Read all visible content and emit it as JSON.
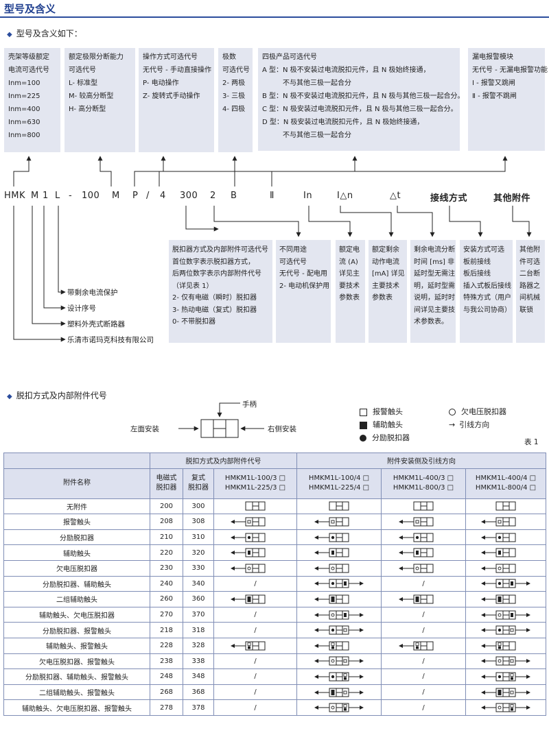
{
  "page": {
    "title": "型号及含义",
    "section1": "型号及含义如下：",
    "section2": "脱扣方式及内部附件代号",
    "table_no": "表 1"
  },
  "top_boxes": [
    {
      "lines": [
        "壳架等级额定",
        "电流可选代号",
        "Inm=100",
        "Inm=225",
        "Inm=400",
        "Inm=630",
        "Inm=800"
      ]
    },
    {
      "lines": [
        "额定极限分断能力",
        "可选代号",
        "L- 标准型",
        "M- 较高分断型",
        "H- 高分断型"
      ]
    },
    {
      "lines": [
        "操作方式可选代号",
        "无代号 - 手动直接操作",
        "P- 电动操作",
        "Z- 旋转式手动操作"
      ]
    },
    {
      "lines": [
        "极数",
        "可选代号",
        "2- 两极",
        "3- 三极",
        "4- 四极"
      ]
    },
    {
      "lines": [
        "四极产品可选代号",
        "A 型：N 极不安装过电流脱扣元件，且 N 极始终接通，",
        "　　　不与其他三极一起合分",
        "B 型：N 极不安装过电流脱扣元件，且 N 极与其他三极一起合分。",
        "C 型：N 极安装过电流脱扣元件，且 N 极与其他三极一起合分。",
        "D 型：N 极安装过电流脱扣元件，且 N 极始终接通，",
        "　　　不与其他三极一起合分"
      ]
    },
    {
      "lines": [
        "漏电报警模块",
        "无代号 - 无漏电报警功能",
        "Ⅰ - 报警又跳闸",
        "Ⅱ - 报警不跳闸"
      ]
    }
  ],
  "code": {
    "parts": [
      "HMK",
      "M",
      "1",
      "L",
      "-",
      "100",
      "M",
      "P",
      "/",
      "4",
      "300",
      "2",
      "B",
      "Ⅱ",
      "In",
      "I△n",
      "△t"
    ],
    "bold_labels": [
      "接线方式",
      "其他附件"
    ]
  },
  "left_labels": [
    "带剩余电流保护",
    "设计序号",
    "塑料外壳式断路器",
    "乐清市诺玛克科技有限公司"
  ],
  "bottom_boxes": [
    {
      "lines": [
        "脱扣器方式及内部附件可选代号",
        "首位数字表示脱扣器方式，",
        "后两位数字表示内部附件代号",
        "（详见表 1）",
        "2- 仅有电磁（瞬时）脱扣器",
        "3- 热动电磁（复式）脱扣器",
        "0- 不带脱扣器"
      ]
    },
    {
      "lines": [
        "不同用途",
        "可选代号",
        "无代号 - 配电用",
        "2- 电动机保护用"
      ]
    },
    {
      "lines": [
        "额定电",
        "流 (A)",
        "详见主",
        "要技术",
        "参数表"
      ]
    },
    {
      "lines": [
        "额定剩余",
        "动作电流",
        "[mA] 详见",
        "主要技术",
        "参数表"
      ]
    },
    {
      "lines": [
        "剩余电流分断",
        "时间 [ms] 非",
        "延时型无需注",
        "明，延时型需",
        "说明，延时时",
        "间详见主要技",
        "术参数表。"
      ]
    },
    {
      "lines": [
        "安装方式可选",
        "板前接线",
        "板后接线",
        "插入式板后接线",
        "特殊方式（用户",
        "与我公司协商）"
      ]
    },
    {
      "lines": [
        "其他附",
        "件可选",
        "二台断",
        "路器之",
        "间机械",
        "联锁"
      ]
    }
  ],
  "mount_diagram": {
    "handle": "手柄",
    "left": "左面安装",
    "right": "右侧安装"
  },
  "legend": [
    {
      "icon": "open-square-icon",
      "label": "报警触头"
    },
    {
      "icon": "filled-square-icon",
      "label": "辅助触头"
    },
    {
      "icon": "filled-circle-icon",
      "label": "分励脱扣器"
    },
    {
      "icon": "open-circle-icon",
      "label": "欠电压脱扣器"
    },
    {
      "icon": "arrow-right-icon",
      "label": "引线方向"
    }
  ],
  "table": {
    "group1": "脱扣方式及内部附件代号",
    "group2": "附件安装侧及引线方向",
    "col_name": "附件名称",
    "col_em": "电磁式\n脱扣器",
    "col_comp": "复式\n脱扣器",
    "col_a": "HMKM1L-100/3 □\nHMKM1L-225/3 □",
    "col_b": "HMKM1L-100/4 □\nHMKM1L-225/4 □",
    "col_c": "HMKM1L-400/3 □\nHMKM1L-800/3 □",
    "col_d": "HMKM1L-400/4 □\nHMKM1L-800/4 □",
    "rows": [
      {
        "name": "无附件",
        "em": "200",
        "comp": "300",
        "syms": [
          "",
          "",
          "",
          ""
        ],
        "types": [
          "plain",
          "plain",
          "plain",
          "plain"
        ]
      },
      {
        "name": "报警触头",
        "em": "208",
        "comp": "308",
        "types": [
          "L-alarm",
          "L-alarm",
          "L-alarm",
          "L-alarm"
        ]
      },
      {
        "name": "分励脱扣器",
        "em": "210",
        "comp": "310",
        "types": [
          "L-shunt",
          "L-shunt",
          "L-shunt",
          "L-shunt"
        ]
      },
      {
        "name": "辅助触头",
        "em": "220",
        "comp": "320",
        "types": [
          "L-aux",
          "L-aux",
          "L-aux",
          "L-aux"
        ]
      },
      {
        "name": "欠电压脱扣器",
        "em": "230",
        "comp": "330",
        "types": [
          "L-uv",
          "L-uv",
          "L-uv",
          "L-uv"
        ]
      },
      {
        "name": "分励脱扣器、辅助触头",
        "em": "240",
        "comp": "340",
        "types": [
          "/",
          "LR-shunt-aux",
          "/",
          "LR-shunt-aux"
        ]
      },
      {
        "name": "二组辅助触头",
        "em": "260",
        "comp": "360",
        "types": [
          "L-aux2",
          "L-aux2",
          "L-aux2",
          "L-aux2"
        ]
      },
      {
        "name": "辅助触头、欠电压脱扣器",
        "em": "270",
        "comp": "370",
        "types": [
          "/",
          "LR-uv-aux",
          "/",
          "LR-uv-aux"
        ]
      },
      {
        "name": "分励脱扣器、报警触头",
        "em": "218",
        "comp": "318",
        "types": [
          "/",
          "LR-shunt-alarm",
          "/",
          "LR-shunt-alarm"
        ]
      },
      {
        "name": "辅助触头、报警触头",
        "em": "228",
        "comp": "328",
        "types": [
          "L-alarmaux",
          "L-alarmaux",
          "L-alarmaux",
          "L-alarmaux"
        ]
      },
      {
        "name": "欠电压脱扣器、报警触头",
        "em": "238",
        "comp": "338",
        "types": [
          "/",
          "LR-uv-alarm",
          "/",
          "LR-uv-alarm"
        ]
      },
      {
        "name": "分励脱扣器、辅助触头、报警触头",
        "em": "248",
        "comp": "348",
        "types": [
          "/",
          "LR-shunt-alarmaux",
          "/",
          "LR-shunt-alarmaux"
        ]
      },
      {
        "name": "二组辅助触头、报警触头",
        "em": "268",
        "comp": "368",
        "types": [
          "/",
          "LR-aux2-alarm",
          "/",
          "LR-aux2-alarm"
        ]
      },
      {
        "name": "辅助触头、欠电压脱扣器、报警触头",
        "em": "278",
        "comp": "378",
        "types": [
          "/",
          "LR-uv-alarmaux",
          "/",
          "LR-uv-alarmaux"
        ]
      }
    ]
  }
}
